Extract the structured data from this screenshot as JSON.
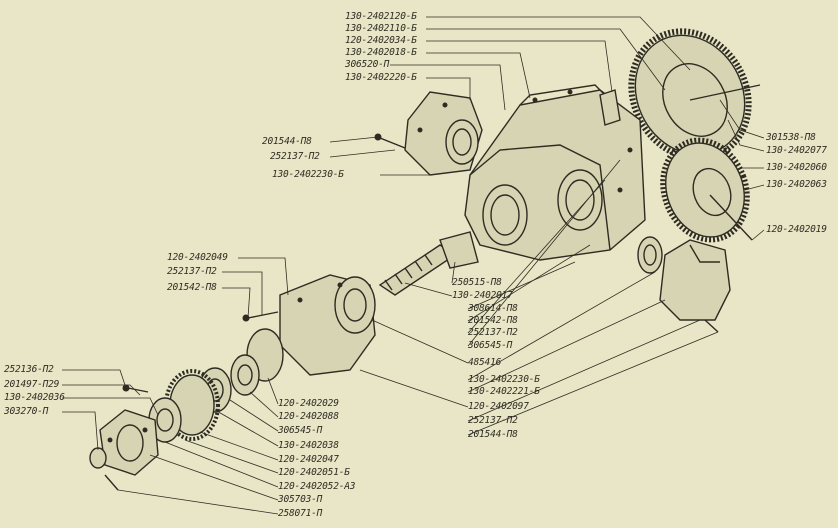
{
  "diagram": {
    "parts": [
      {
        "id": "l01",
        "text": "130-2402120-Б"
      },
      {
        "id": "l02",
        "text": "130-2402110-Б"
      },
      {
        "id": "l03",
        "text": "120-2402034-Б"
      },
      {
        "id": "l04",
        "text": "130-2402018-Б"
      },
      {
        "id": "l05",
        "text": "306520-П"
      },
      {
        "id": "l06",
        "text": "130-2402220-Б"
      },
      {
        "id": "l07",
        "text": "201544-П8"
      },
      {
        "id": "l08",
        "text": "252137-П2"
      },
      {
        "id": "l09",
        "text": "130-2402230-Б"
      },
      {
        "id": "l10",
        "text": "301538-П8"
      },
      {
        "id": "l11",
        "text": "130-2402077"
      },
      {
        "id": "l12",
        "text": "130-2402060"
      },
      {
        "id": "l13",
        "text": "130-2402063"
      },
      {
        "id": "l14",
        "text": "120-2402019"
      },
      {
        "id": "l15",
        "text": "120-2402049"
      },
      {
        "id": "l16",
        "text": "252137-П2"
      },
      {
        "id": "l17",
        "text": "201542-П8"
      },
      {
        "id": "l18",
        "text": "250515-П8"
      },
      {
        "id": "l19",
        "text": "130-2402017"
      },
      {
        "id": "l20",
        "text": "308614-П8"
      },
      {
        "id": "l21",
        "text": "201542-П8"
      },
      {
        "id": "l22",
        "text": "252137-П2"
      },
      {
        "id": "l23",
        "text": "306545-П"
      },
      {
        "id": "l24",
        "text": "485416"
      },
      {
        "id": "l25",
        "text": "130-2402230-Б"
      },
      {
        "id": "l26",
        "text": "130-2402221-Б"
      },
      {
        "id": "l27",
        "text": "120-2402097"
      },
      {
        "id": "l28",
        "text": "252137-П2"
      },
      {
        "id": "l29",
        "text": "201544-П8"
      },
      {
        "id": "l30",
        "text": "252136-П2"
      },
      {
        "id": "l31",
        "text": "201497-П29"
      },
      {
        "id": "l32",
        "text": "130-2402036"
      },
      {
        "id": "l33",
        "text": "303270-П"
      },
      {
        "id": "l34",
        "text": "120-2402029"
      },
      {
        "id": "l35",
        "text": "120-2402088"
      },
      {
        "id": "l36",
        "text": "306545-П"
      },
      {
        "id": "l37",
        "text": "130-2402038"
      },
      {
        "id": "l38",
        "text": "120-2402047"
      },
      {
        "id": "l39",
        "text": "120-2402051-Б"
      },
      {
        "id": "l40",
        "text": "120-2402052-А3"
      },
      {
        "id": "l41",
        "text": "305703-П"
      },
      {
        "id": "l42",
        "text": "258071-П"
      }
    ]
  }
}
